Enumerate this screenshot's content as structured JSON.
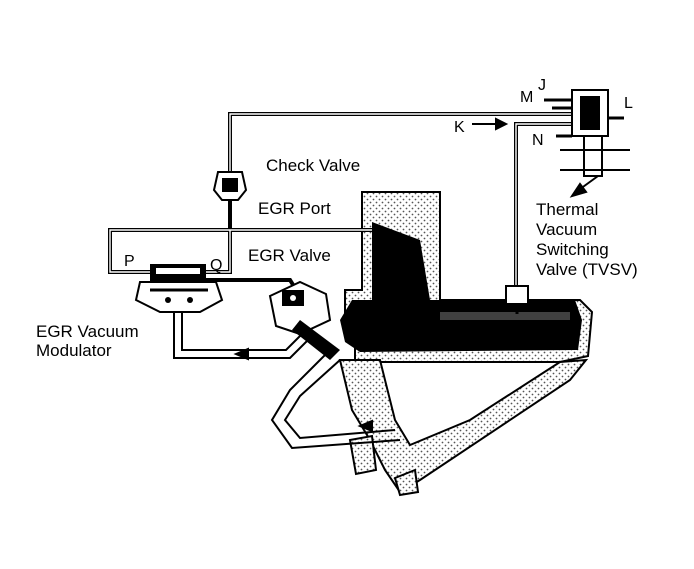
{
  "labels": {
    "check_valve": "Check Valve",
    "egr_port": "EGR Port",
    "egr_valve": "EGR Valve",
    "egr_vacuum_modulator_line1": "EGR Vacuum",
    "egr_vacuum_modulator_line2": "Modulator",
    "tvsv_line1": "Thermal",
    "tvsv_line2": "Vacuum",
    "tvsv_line3": "Switching",
    "tvsv_line4": "Valve (TVSV)",
    "port_p": "P",
    "port_q": "Q",
    "port_j": "J",
    "port_m": "M",
    "port_l": "L",
    "port_k": "K",
    "port_n": "N"
  },
  "colors": {
    "ink": "#000000",
    "paper": "#ffffff",
    "casting_fill": "#d9d9d9",
    "passage_fill": "#000000"
  }
}
